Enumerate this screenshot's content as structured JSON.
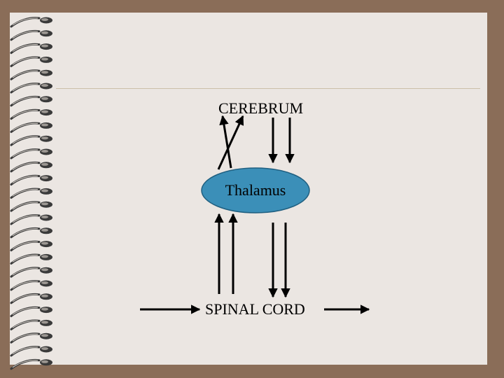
{
  "diagram": {
    "top_label": "CEREBRUM",
    "center_label": "Thalamus",
    "bottom_label": "SPINAL CORD"
  },
  "colors": {
    "page_background": "#ebe6e2",
    "frame_background": "#8a6d58",
    "thalamus_fill": "#3b8fb8",
    "arrow_color": "#000000",
    "rule_color": "#cbbfa9"
  },
  "icons": {
    "binding": "spiral-binding-icon"
  }
}
